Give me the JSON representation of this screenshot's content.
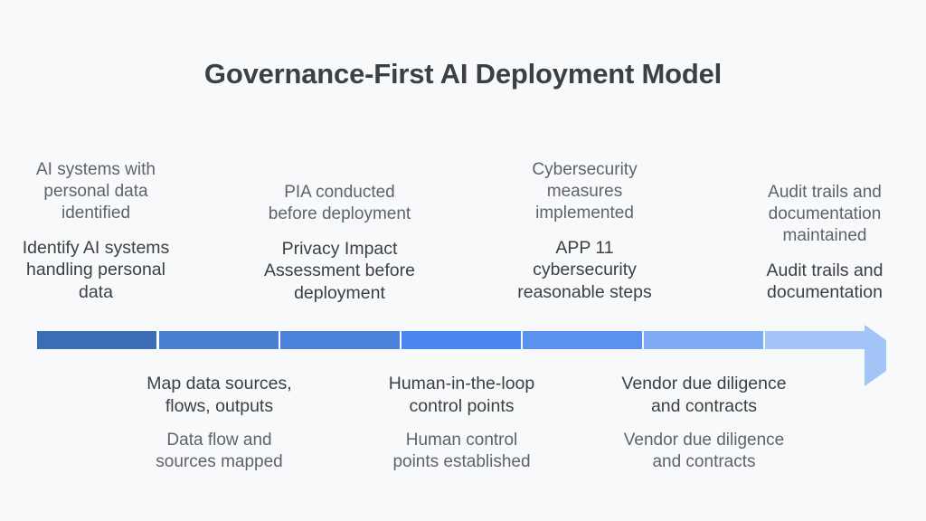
{
  "slide": {
    "title": "Governance-First AI Deployment Model",
    "background_color": "#f8f9fa",
    "title_color": "#3c4043"
  },
  "timeline": {
    "name": "phase-progression-arrow",
    "orientation": "horizontal-left-to-right",
    "segment_count": 7,
    "segments": [
      {
        "index": 1,
        "color": "#3a6db5"
      },
      {
        "index": 2,
        "color": "#4a7fd0"
      },
      {
        "index": 3,
        "color": "#4a82de"
      },
      {
        "index": 4,
        "color": "#4a86ef"
      },
      {
        "index": 5,
        "color": "#5b92f2"
      },
      {
        "index": 6,
        "color": "#7fabf5"
      },
      {
        "index": 7,
        "color": "#a3c4f7"
      }
    ],
    "arrowhead_color": "#a3c4f7"
  },
  "steps_above": [
    {
      "position": "above",
      "column": 1,
      "outcome": "AI systems with personal data identified",
      "label": "Identify AI systems handling personal data",
      "outcome_lines": [
        "AI systems with",
        "personal data",
        "identified"
      ],
      "label_lines": [
        "Identify AI systems",
        "handling personal",
        "data"
      ]
    },
    {
      "position": "above",
      "column": 2,
      "outcome": "PIA conducted before deployment",
      "label": "Privacy Impact Assessment before deployment",
      "outcome_lines": [
        "PIA conducted",
        "before deployment"
      ],
      "label_lines": [
        "Privacy Impact",
        "Assessment before",
        "deployment"
      ]
    },
    {
      "position": "above",
      "column": 3,
      "outcome": "Cybersecurity measures implemented",
      "label": "APP 11 cybersecurity reasonable steps",
      "outcome_lines": [
        "Cybersecurity",
        "measures",
        "implemented"
      ],
      "label_lines": [
        "APP 11",
        "cybersecurity",
        "reasonable steps"
      ]
    },
    {
      "position": "above",
      "column": 4,
      "outcome": "Audit trails and documentation maintained",
      "label": "Audit trails and documentation",
      "outcome_lines": [
        "Audit trails and",
        "documentation",
        "maintained"
      ],
      "label_lines": [
        "Audit trails and",
        "documentation"
      ]
    }
  ],
  "steps_below": [
    {
      "position": "below",
      "column": 1,
      "label": "Map data sources, flows, outputs",
      "outcome": "Data flow and sources mapped",
      "label_lines": [
        "Map data sources,",
        "flows, outputs"
      ],
      "outcome_lines": [
        "Data flow and",
        "sources mapped"
      ]
    },
    {
      "position": "below",
      "column": 2,
      "label": "Human-in-the-loop control points",
      "outcome": "Human control points established",
      "label_lines": [
        "Human-in-the-loop",
        "control points"
      ],
      "outcome_lines": [
        "Human control",
        "points established"
      ]
    },
    {
      "position": "below",
      "column": 3,
      "label": "Vendor due diligence and contracts",
      "outcome": "Vendor due diligence and contracts",
      "label_lines": [
        "Vendor due diligence",
        "and contracts"
      ],
      "outcome_lines": [
        "Vendor due diligence",
        "and contracts"
      ]
    }
  ]
}
